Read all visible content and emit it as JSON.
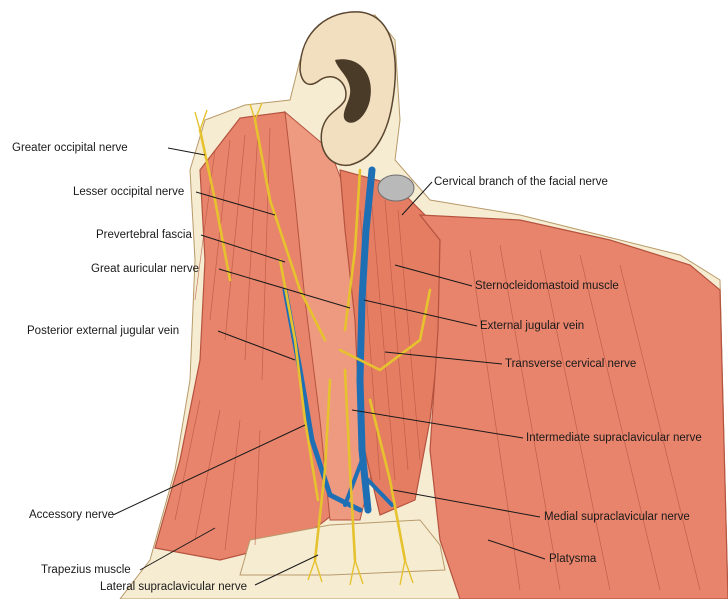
{
  "labels": {
    "greater_occipital_nerve": "Greater occipital nerve",
    "lesser_occipital_nerve": "Lesser occipital nerve",
    "prevertebral_fascia": "Prevertebral fascia",
    "great_auricular_nerve": "Great auricular nerve",
    "posterior_external_jugular_vein": "Posterior external jugular vein",
    "accessory_nerve": "Accessory nerve",
    "trapezius_muscle": "Trapezius muscle",
    "lateral_supraclavicular_nerve": "Lateral supraclavicular nerve",
    "cervical_branch_facial_nerve": "Cervical branch of the facial nerve",
    "sternocleidomastoid_muscle": "Sternocleidomastoid muscle",
    "external_jugular_vein": "External jugular vein",
    "transverse_cervical_nerve": "Transverse cervical nerve",
    "intermediate_supraclavicular_nerve": "Intermediate supraclavicular nerve",
    "medial_supraclavicular_nerve": "Medial supraclavicular nerve",
    "platysma": "Platysma"
  },
  "colors": {
    "muscle": "#e8846c",
    "muscle_dark": "#b5533f",
    "skin": "#f6ecd2",
    "nerve": "#e6c22e",
    "vein": "#1f6fb5",
    "gland": "#b9b9b9",
    "leader": "#1a1a1a"
  }
}
